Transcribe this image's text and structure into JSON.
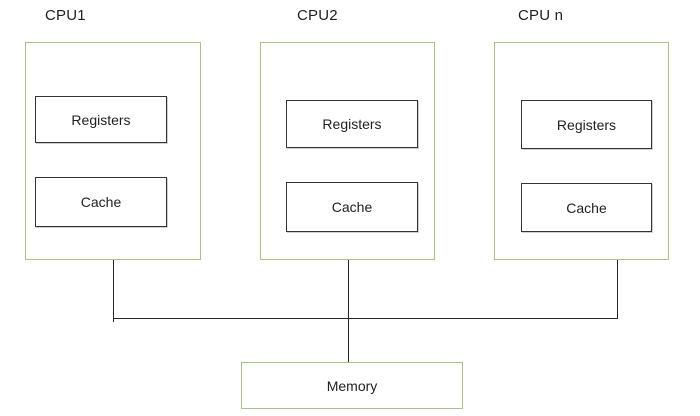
{
  "diagram": {
    "type": "multiprocessor-architecture",
    "cpus": [
      {
        "label": "CPU1",
        "components": [
          "Registers",
          "Cache"
        ]
      },
      {
        "label": "CPU2",
        "components": [
          "Registers",
          "Cache"
        ]
      },
      {
        "label": "CPU n",
        "components": [
          "Registers",
          "Cache"
        ]
      }
    ],
    "memory": {
      "label": "Memory"
    },
    "connections": [
      "CPU1 -> bus",
      "CPU2 -> bus -> Memory",
      "CPU n -> bus"
    ],
    "colors": {
      "cpu_box_border": "#a6c189",
      "memory_box_border": "#a6c189",
      "inner_box_border": "#333333",
      "connector_line": "#262626",
      "text": "#1f1f1f",
      "background": "#ffffff"
    }
  }
}
